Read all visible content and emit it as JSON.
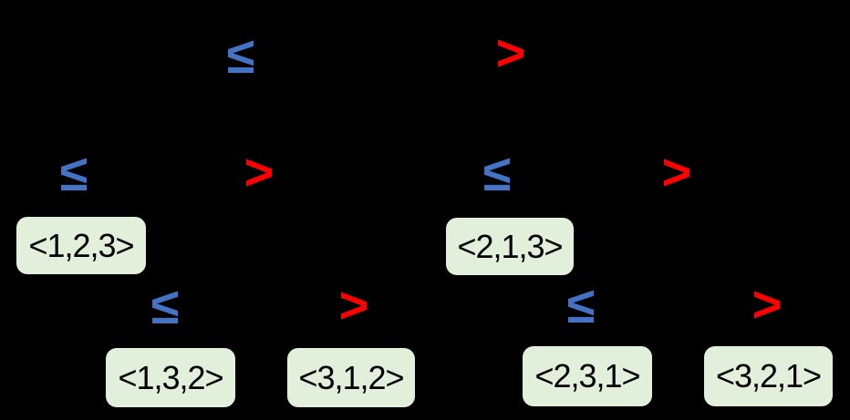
{
  "diagram": {
    "kind": "decision-tree"
  },
  "colors": {
    "background": "#000000",
    "le_operator_blue": "#4472C4",
    "gt_operator_red": "#FF0000",
    "leaf_fill_green": "#E2EFDA",
    "leaf_text": "#000000"
  },
  "operators": [
    {
      "symbol": "≤",
      "kind": "le"
    },
    {
      "symbol": ">",
      "kind": "gt"
    },
    {
      "symbol": "≤",
      "kind": "le"
    },
    {
      "symbol": ">",
      "kind": "gt"
    },
    {
      "symbol": "≤",
      "kind": "le"
    },
    {
      "symbol": ">",
      "kind": "gt"
    },
    {
      "symbol": "≤",
      "kind": "le"
    },
    {
      "symbol": ">",
      "kind": "gt"
    },
    {
      "symbol": "≤",
      "kind": "le"
    },
    {
      "symbol": ">",
      "kind": "gt"
    }
  ],
  "leaves": [
    {
      "label": "<1,2,3>"
    },
    {
      "label": "<2,1,3>"
    },
    {
      "label": "<1,3,2>"
    },
    {
      "label": "<3,1,2>"
    },
    {
      "label": "<2,3,1>"
    },
    {
      "label": "<3,2,1>"
    }
  ]
}
